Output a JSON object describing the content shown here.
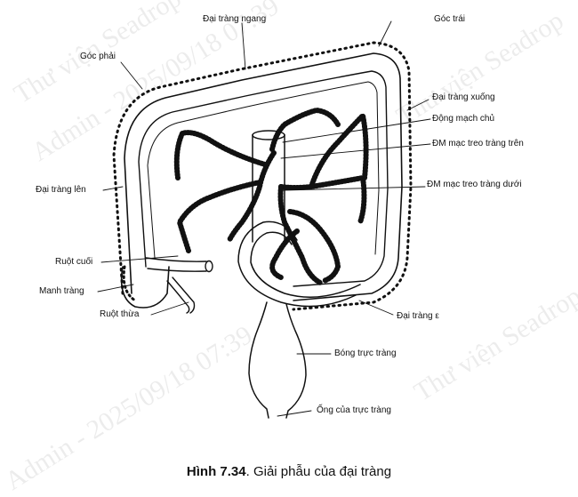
{
  "labels": {
    "transverse_colon": "Đại tràng ngang",
    "left_corner": "Góc trái",
    "right_corner": "Góc phải",
    "descending_colon": "Đại tràng xuống",
    "aorta": "Động mạch chủ",
    "superior_mesenteric": "ĐM mạc treo tràng trên",
    "inferior_mesenteric": "ĐM mạc treo tràng dưới",
    "ascending_colon": "Đại tràng lên",
    "ileum": "Ruột cuối",
    "cecum": "Manh tràng",
    "appendix": "Ruột thừa",
    "sigmoid_colon": "Đại tràng ε",
    "rectal_ampulla": "Bóng trực tràng",
    "anal_canal": "Ống của trực tràng"
  },
  "caption": {
    "number": "Hình 7.34",
    "text": ". Giải phẫu của đại tràng"
  },
  "watermark": {
    "text_a": "Thư viện Seadrop",
    "text_b": "Admin - 2025/09/18 07:39"
  }
}
